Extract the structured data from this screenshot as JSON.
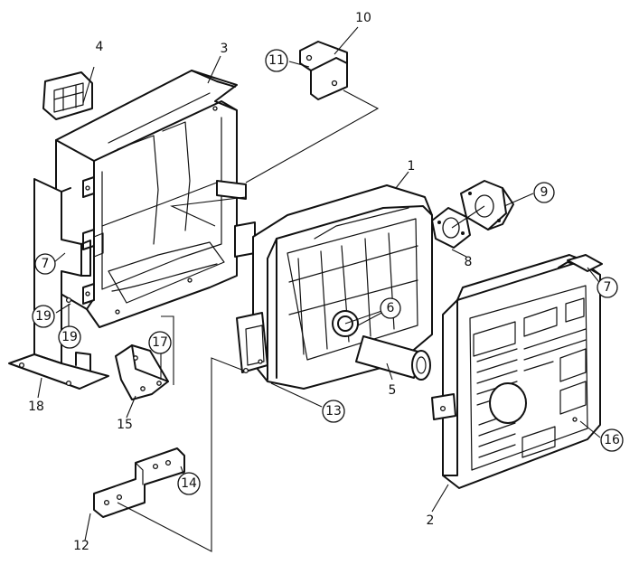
{
  "callouts": [
    {
      "id": "c1",
      "text": "1",
      "circled": false
    },
    {
      "id": "c2",
      "text": "2",
      "circled": false
    },
    {
      "id": "c3",
      "text": "3",
      "circled": false
    },
    {
      "id": "c4",
      "text": "4",
      "circled": false
    },
    {
      "id": "c5",
      "text": "5",
      "circled": false
    },
    {
      "id": "c6",
      "text": "6",
      "circled": true
    },
    {
      "id": "c7a",
      "text": "7",
      "circled": true
    },
    {
      "id": "c7b",
      "text": "7",
      "circled": true
    },
    {
      "id": "c8",
      "text": "8",
      "circled": false
    },
    {
      "id": "c9",
      "text": "9",
      "circled": true
    },
    {
      "id": "c10",
      "text": "10",
      "circled": false
    },
    {
      "id": "c11",
      "text": "11",
      "circled": true
    },
    {
      "id": "c12",
      "text": "12",
      "circled": false
    },
    {
      "id": "c13",
      "text": "13",
      "circled": true
    },
    {
      "id": "c14",
      "text": "14",
      "circled": true
    },
    {
      "id": "c15",
      "text": "15",
      "circled": false
    },
    {
      "id": "c16",
      "text": "16",
      "circled": true
    },
    {
      "id": "c17",
      "text": "17",
      "circled": true
    },
    {
      "id": "c18",
      "text": "18",
      "circled": false
    },
    {
      "id": "c19a",
      "text": "19",
      "circled": true
    },
    {
      "id": "c19b",
      "text": "19",
      "circled": true
    }
  ]
}
